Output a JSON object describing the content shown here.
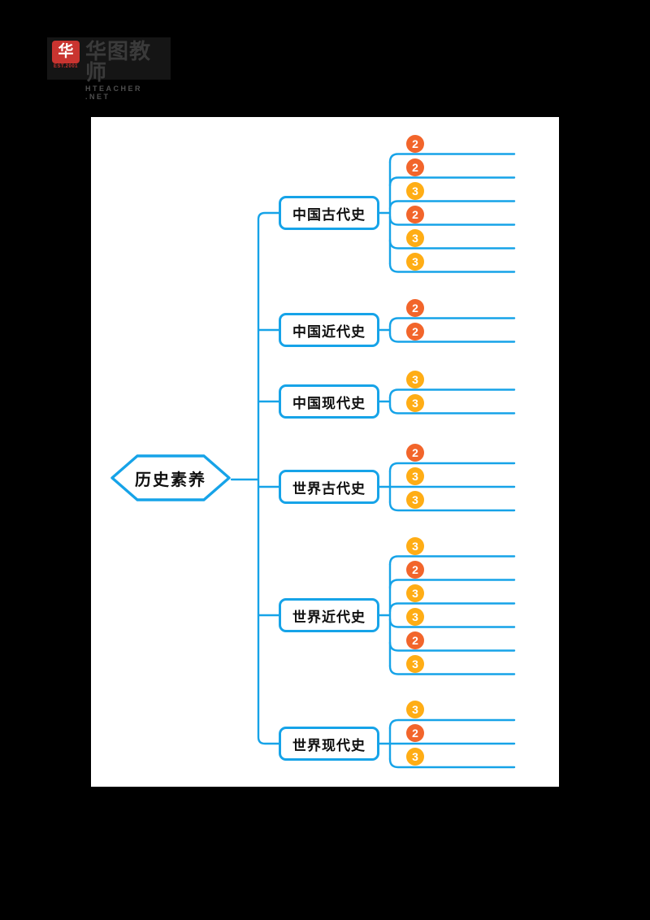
{
  "logo": {
    "glyph": "华",
    "est": "EST.2001",
    "title": "华图教师",
    "subtitle": "HTEACHER .NET"
  },
  "colors": {
    "line_blue": "#16a3e8",
    "badge_2": "#f2652b",
    "badge_3": "#ffad15",
    "logo_red": "#c93430",
    "canvas_bg": "#000000",
    "page_bg": "#ffffff"
  },
  "mindmap": {
    "root": "历史素养",
    "branches": [
      {
        "label": "中国古代史",
        "badges": [
          "2",
          "2",
          "3",
          "2",
          "3",
          "3"
        ]
      },
      {
        "label": "中国近代史",
        "badges": [
          "2",
          "2"
        ]
      },
      {
        "label": "中国现代史",
        "badges": [
          "3",
          "3"
        ]
      },
      {
        "label": "世界古代史",
        "badges": [
          "2",
          "3",
          "3"
        ]
      },
      {
        "label": "世界近代史",
        "badges": [
          "3",
          "2",
          "3",
          "3",
          "2",
          "3"
        ]
      },
      {
        "label": "世界现代史",
        "badges": [
          "3",
          "2",
          "3"
        ]
      }
    ]
  }
}
